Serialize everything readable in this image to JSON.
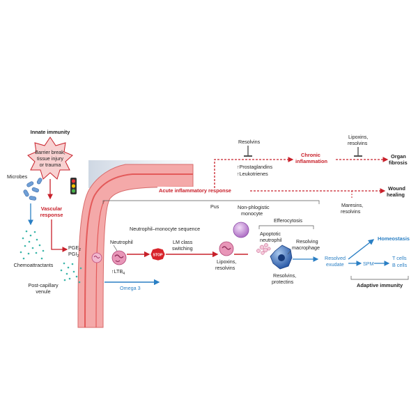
{
  "labels": {
    "innate_immunity": "Innate immunity",
    "barrier_1": "Barrier break,",
    "barrier_2": "tissue injury",
    "barrier_3": "or trauma",
    "microbes": "Microbes",
    "vascular_1": "Vascular",
    "vascular_2": "response",
    "chemoattractants": "Chemoattractants",
    "postcap_1": "Post-capillary",
    "postcap_2": "venule",
    "pge2": "PGE",
    "pge2_sub": "2",
    "pgi2": "PGI",
    "pgi2_sub": "2",
    "neutrophil": "Neutrophil",
    "ltb4": "↑LTB",
    "ltb4_sub": "4",
    "omega3": "Omega 3",
    "stop": "STOP",
    "lm_1": "LM class",
    "lm_2": "switching",
    "nm_sequence": "Neutrophil–monocyte sequence",
    "pus": "Pus",
    "nonphlog_1": "Non-phlogistic",
    "nonphlog_2": "monocyte",
    "lipoxins_1": "Lipoxins,",
    "lipoxins_2": "resolvins",
    "efferocytosis": "Efferocytosis",
    "apoptotic_1": "Apoptotic",
    "apoptotic_2": "neutrophil",
    "resolving_1": "Resolving",
    "resolving_2": "macrophage",
    "resprot_1": "Resolvins,",
    "resprot_2": "protectins",
    "resexud_1": "Resolved",
    "resexud_2": "exudate",
    "spm": "SPM",
    "homeostasis": "Homeostasis",
    "tcells": "T cells",
    "bcells": "B cells",
    "adaptive": "Adaptive immunity",
    "resolvins_top": "Resolvins",
    "prostaglandins": "↑Prostaglandins",
    "leukotrienes": "↑Leukotrienes",
    "chronic_1": "Chronic",
    "chronic_2": "inflammation",
    "lipres_1": "Lipoxins,",
    "lipres_2": "resolvins",
    "organ_1": "Organ",
    "organ_2": "fibrosis",
    "acute": "Acute inflammatory response",
    "wound_1": "Wound",
    "wound_2": "healing",
    "maresins_1": "Maresins,",
    "maresins_2": "resolvins"
  },
  "colors": {
    "red": "#c8202a",
    "blue": "#2a7fc4",
    "vessel": "#f08a8a",
    "teal": "#3ab5a8",
    "purple": "#b07cc6"
  }
}
